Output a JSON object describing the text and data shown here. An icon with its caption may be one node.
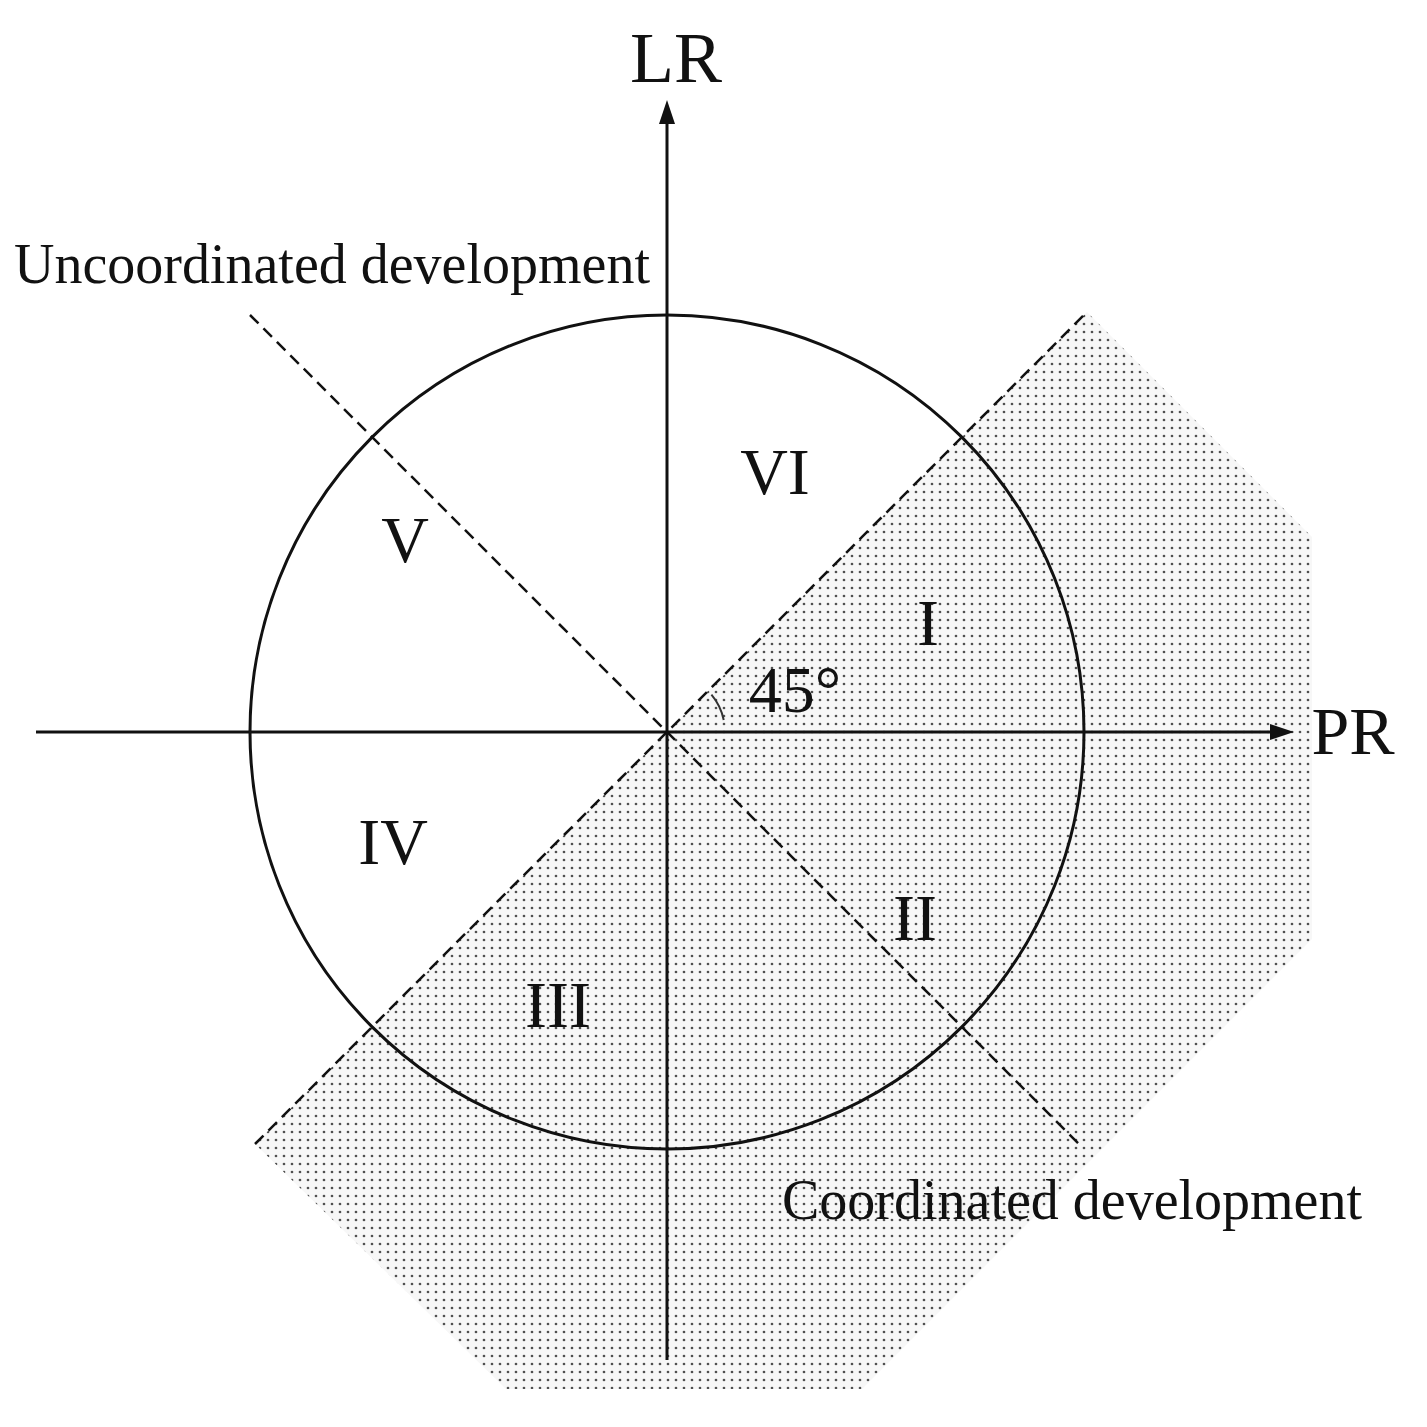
{
  "diagram": {
    "labels": [
      "LR",
      "Uncoordinated development",
      "VI",
      "V",
      "I",
      "45°",
      "PR",
      "IV",
      "II",
      "III",
      "Coordinated development"
    ]
  }
}
